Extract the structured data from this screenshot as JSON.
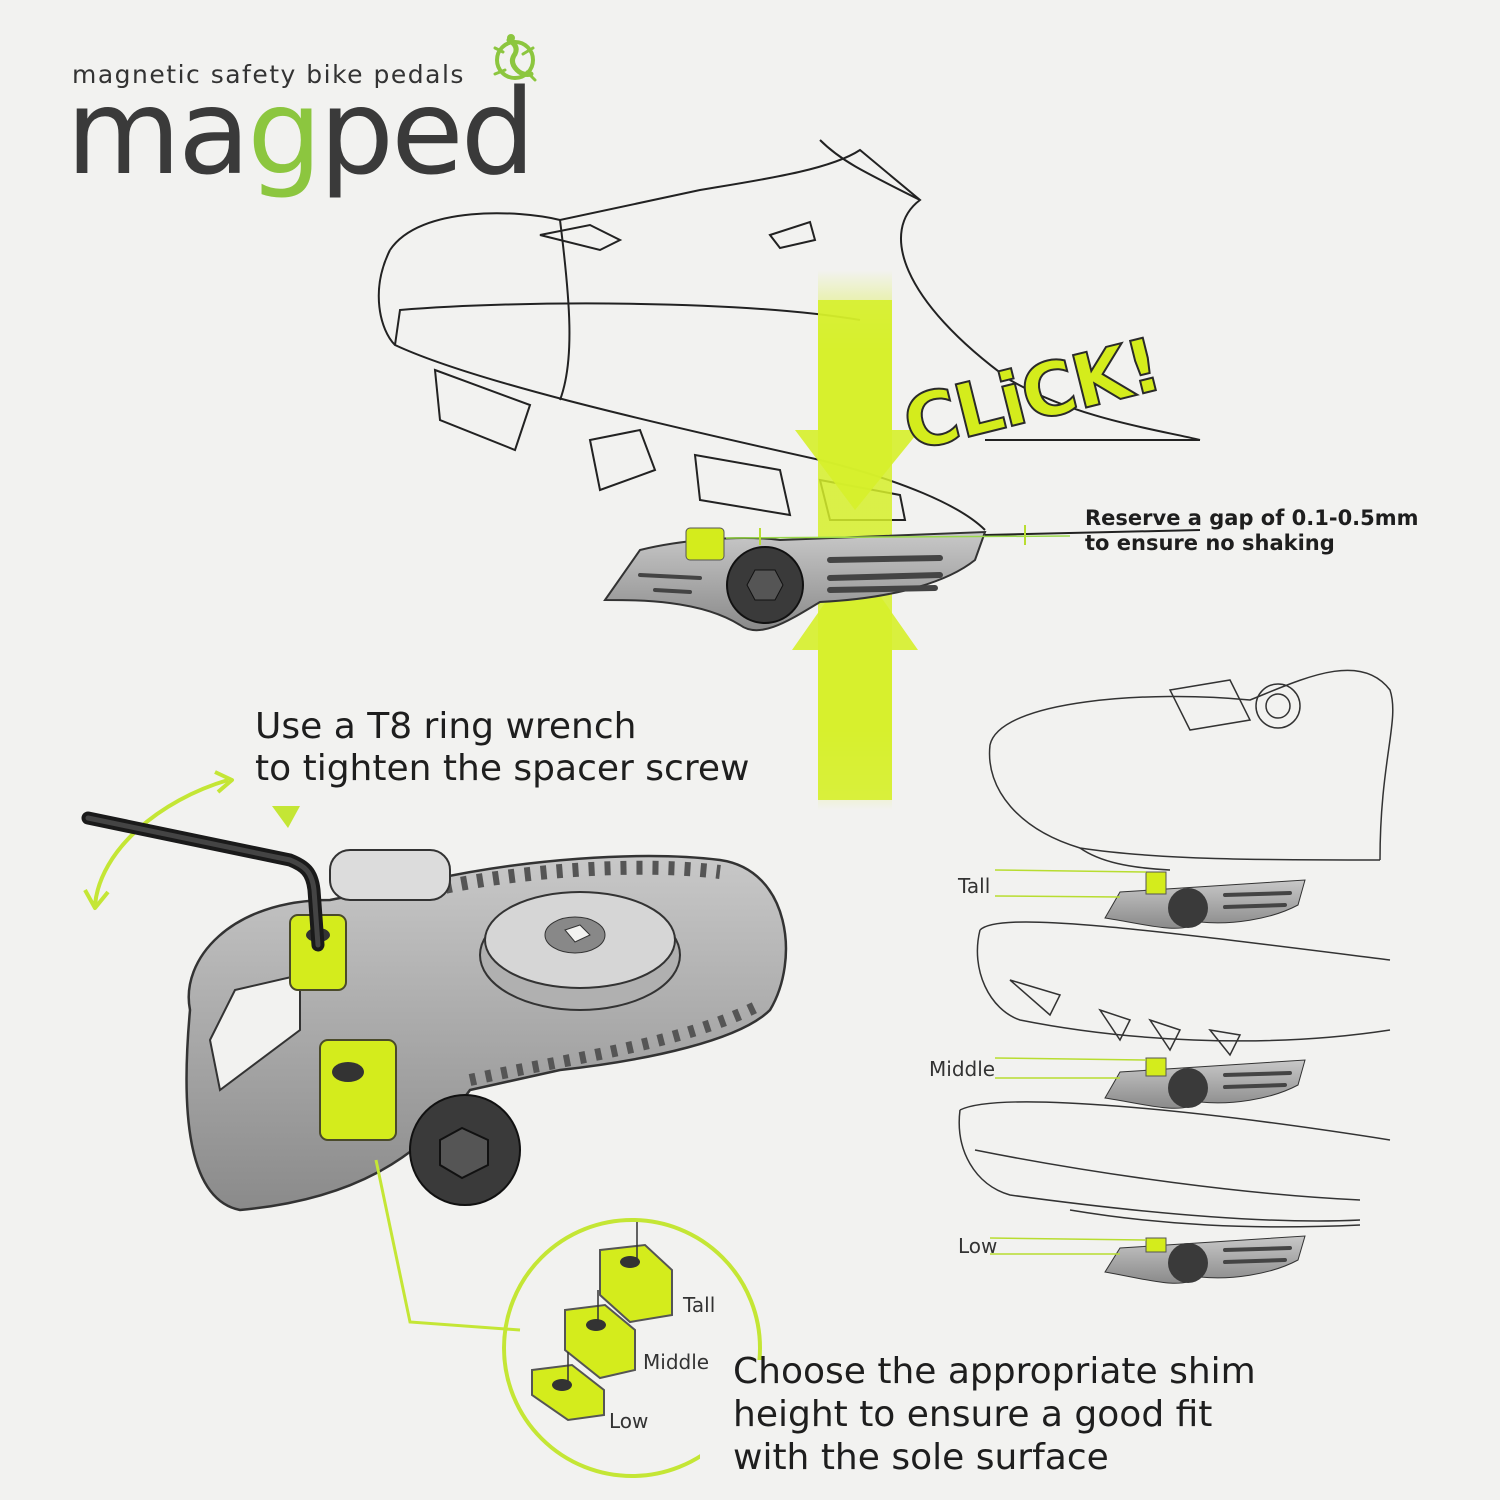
{
  "brand": {
    "tagline": "magnetic safety bike pedals",
    "name_before": "ma",
    "name_g": "g",
    "name_after": "ped",
    "accent_color": "#8cc63f",
    "highlight_color": "#d4ec1c",
    "logo_icon": "gecko-icon"
  },
  "click_text": "CLiCK!",
  "gap_note": {
    "line1": "Reserve a gap of 0.1-0.5mm",
    "line2": "to ensure no shaking"
  },
  "wrench_note": {
    "line1": "Use a T8 ring wrench",
    "line2": "to tighten the spacer screw"
  },
  "shim_note": {
    "line1": "Choose the appropriate shim",
    "line2": "height to ensure a good fit",
    "line3": "with the sole surface"
  },
  "shim_options": [
    "Tall",
    "Middle",
    "Low"
  ],
  "side_labels": [
    "Tall",
    "Middle",
    "Low"
  ]
}
